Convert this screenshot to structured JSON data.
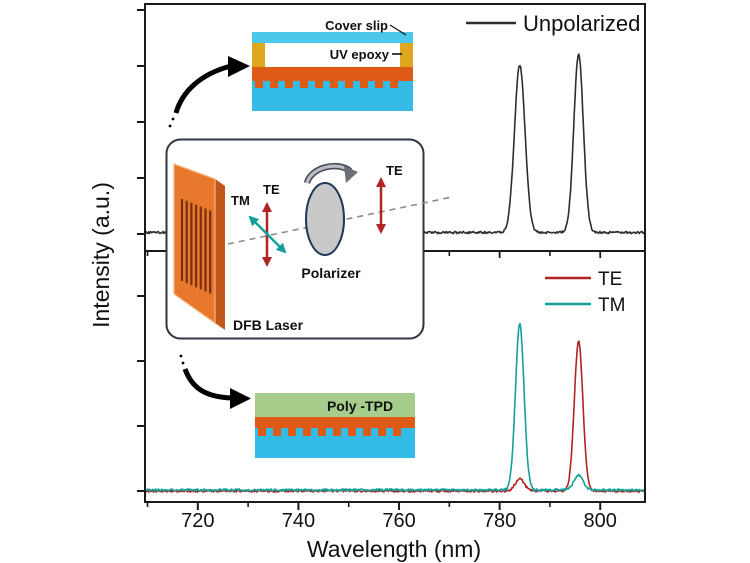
{
  "axes": {
    "x_label": "Wavelength (nm)",
    "y_label": "Intensity (a.u.)",
    "x_range_nm": [
      709.5,
      808.9
    ],
    "x_major_ticks": [
      720,
      740,
      760,
      780,
      800
    ],
    "x_minor_ticks": [
      710,
      730,
      750,
      770,
      790
    ],
    "grid": "off"
  },
  "legend_top": {
    "label": "Unpolarized"
  },
  "legend_bottom": {
    "te_label": "TE",
    "tm_label": "TM"
  },
  "insets": {
    "top_device": {
      "cover_slip": "Cover slip",
      "uv_epoxy": "UV epoxy"
    },
    "middle_schematic": {
      "dfb_laser": "DFB Laser",
      "polarizer": "Polarizer",
      "tm_arrow_label": "TM",
      "te_arrow_label_1": "TE",
      "te_arrow_label_2": "TE"
    },
    "bottom_device": {
      "poly_tpd": "Poly -TPD"
    }
  },
  "colors": {
    "series_gray": "#2e2e2e",
    "red": "#b02425",
    "teal": "#12a19a",
    "cyan": "#35bce6",
    "cyan_light": "#4ec7ec",
    "orange": "#dd5a17",
    "yellow": "#dfa71f",
    "green": "#a6cd8c",
    "laser_front": "#e8782c",
    "laser_side": "#c2571c",
    "laser_top": "#f09a52",
    "laser_groove": "#7a2f10",
    "polarizer_fill": "#c9c9c9",
    "polarizer_stroke": "#24365c",
    "dash_gray": "#8a8a8a",
    "axis_black": "#1a1a1a"
  },
  "chart_data": [
    {
      "type": "line",
      "panel": "top",
      "xlabel": "Wavelength (nm)",
      "ylabel": "Intensity (a.u.)",
      "xlim": [
        709.5,
        808.9
      ],
      "legend_position": "top-right",
      "noise_amplitude": 1.1,
      "series": [
        {
          "name": "Unpolarized",
          "color": "#2e2e2e",
          "baseline_au": 0,
          "peaks": [
            {
              "center_nm": 784.0,
              "height_au": 168,
              "sigma_nm": 1.05
            },
            {
              "center_nm": 795.7,
              "height_au": 178,
              "sigma_nm": 0.95
            }
          ]
        }
      ]
    },
    {
      "type": "line",
      "panel": "bottom",
      "xlabel": "Wavelength (nm)",
      "ylabel": "Intensity (a.u.)",
      "xlim": [
        709.5,
        808.9
      ],
      "legend_position": "top-right",
      "noise_amplitude": 1.1,
      "series": [
        {
          "name": "TE",
          "color": "#b02425",
          "baseline_au": 0,
          "peaks": [
            {
              "center_nm": 795.7,
              "height_au": 150,
              "sigma_nm": 0.85
            },
            {
              "center_nm": 784.0,
              "height_au": 12,
              "sigma_nm": 0.9
            }
          ]
        },
        {
          "name": "TM",
          "color": "#12a19a",
          "baseline_au": 0,
          "peaks": [
            {
              "center_nm": 784.0,
              "height_au": 166,
              "sigma_nm": 0.85
            },
            {
              "center_nm": 795.7,
              "height_au": 15,
              "sigma_nm": 0.9
            }
          ]
        }
      ]
    }
  ]
}
